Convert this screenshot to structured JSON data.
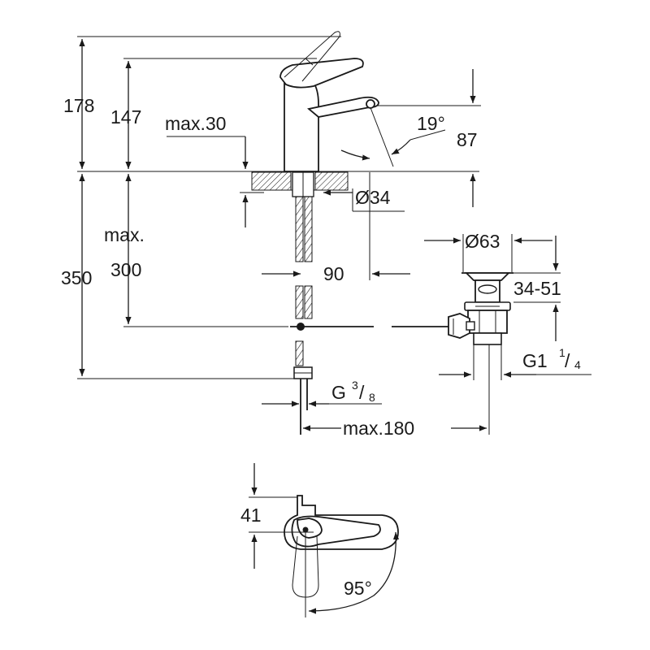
{
  "dimensions": {
    "d178": "178",
    "d147": "147",
    "max30": "max.30",
    "angle19": "19°",
    "d87": "87",
    "dia34": "Ø34",
    "max_label": "max.",
    "d300": "300",
    "d350": "350",
    "d90": "90",
    "dia63": "Ø63",
    "d3451": "34-51",
    "g1_main": "G1",
    "g1_num": "1",
    "g1_slash": "/",
    "g1_den": "4",
    "g38_main": "G",
    "g38_num": "3",
    "g38_slash": "/",
    "g38_den": "8",
    "max180": "max.180",
    "d41": "41",
    "angle95": "95°"
  }
}
